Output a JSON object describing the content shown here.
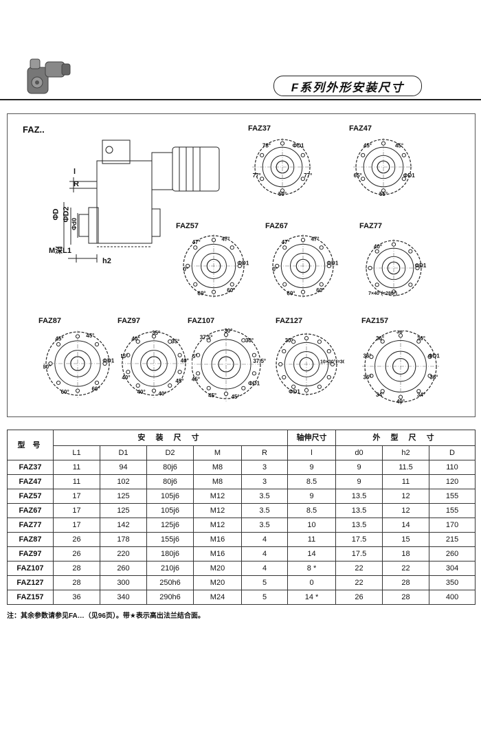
{
  "header": {
    "title": "F系列外形安装尺寸"
  },
  "drawing": {
    "main_label": "FAZ..",
    "dim_labels": {
      "l": "l",
      "R": "R",
      "D": "ΦD",
      "D2": "ΦD2",
      "d0": "Φd0",
      "M_L1": "M深L1",
      "h2": "h2"
    },
    "flanges": [
      {
        "model": "FAZ37",
        "annotations": [
          "78°",
          "ΦD1",
          "77°",
          "50°",
          "77°"
        ]
      },
      {
        "model": "FAZ47",
        "annotations": [
          "45°",
          "45°",
          "ΦD1",
          "55°",
          "65°"
        ]
      },
      {
        "model": "FAZ57",
        "annotations": [
          "47°",
          "47°",
          "ΦD1",
          "60°",
          "60°",
          "60°"
        ]
      },
      {
        "model": "FAZ67",
        "annotations": [
          "47°",
          "47°",
          "ΦD1",
          "60°",
          "60°",
          "60°"
        ]
      },
      {
        "model": "FAZ77",
        "annotations": [
          "40°",
          "ΦD1",
          "7×40°(=280°)"
        ]
      },
      {
        "model": "FAZ87",
        "annotations": [
          "45°",
          "45°",
          "ΦD1",
          "60°",
          "60°",
          "60°"
        ]
      },
      {
        "model": "FAZ97",
        "annotations": [
          "40°",
          "35°",
          "35°",
          "40°",
          "45°",
          "40°",
          "40°",
          "40°",
          "45°"
        ]
      },
      {
        "model": "FAZ107",
        "annotations": [
          "37.5°",
          "30°",
          "30°",
          "37.5°",
          "ΦD1",
          "45°",
          "45°",
          "45°",
          "45°"
        ]
      },
      {
        "model": "FAZ127",
        "annotations": [
          "30°",
          "10×30°(=300°)",
          "ΦD1"
        ]
      },
      {
        "model": "FAZ157",
        "annotations": [
          "36°",
          "36°",
          "36°",
          "ΦD1",
          "36°",
          "34°",
          "40°",
          "34°",
          "36°",
          "36°"
        ]
      }
    ]
  },
  "table": {
    "group_headers": {
      "model": "型 号",
      "install": "安 装 尺 寸",
      "shaft": "轴伸尺寸",
      "outline": "外 型 尺 寸"
    },
    "columns": [
      "L1",
      "D1",
      "D2",
      "M",
      "R",
      "l",
      "d0",
      "h2",
      "D"
    ],
    "rows": [
      [
        "FAZ37",
        "11",
        "94",
        "80j6",
        "M8",
        "3",
        "9",
        "9",
        "11.5",
        "110"
      ],
      [
        "FAZ47",
        "11",
        "102",
        "80j6",
        "M8",
        "3",
        "8.5",
        "9",
        "11",
        "120"
      ],
      [
        "FAZ57",
        "17",
        "125",
        "105j6",
        "M12",
        "3.5",
        "9",
        "13.5",
        "12",
        "155"
      ],
      [
        "FAZ67",
        "17",
        "125",
        "105j6",
        "M12",
        "3.5",
        "8.5",
        "13.5",
        "12",
        "155"
      ],
      [
        "FAZ77",
        "17",
        "142",
        "125j6",
        "M12",
        "3.5",
        "10",
        "13.5",
        "14",
        "170"
      ],
      [
        "FAZ87",
        "26",
        "178",
        "155j6",
        "M16",
        "4",
        "11",
        "17.5",
        "15",
        "215"
      ],
      [
        "FAZ97",
        "26",
        "220",
        "180j6",
        "M16",
        "4",
        "14",
        "17.5",
        "18",
        "260"
      ],
      [
        "FAZ107",
        "28",
        "260",
        "210j6",
        "M20",
        "4",
        "8 *",
        "22",
        "22",
        "304"
      ],
      [
        "FAZ127",
        "28",
        "300",
        "250h6",
        "M20",
        "5",
        "0",
        "22",
        "28",
        "350"
      ],
      [
        "FAZ157",
        "36",
        "340",
        "290h6",
        "M24",
        "5",
        "14 *",
        "26",
        "28",
        "400"
      ]
    ]
  },
  "note": "注：其余参数请参见FA…（见96页）。带★表示高出法兰结合面。"
}
